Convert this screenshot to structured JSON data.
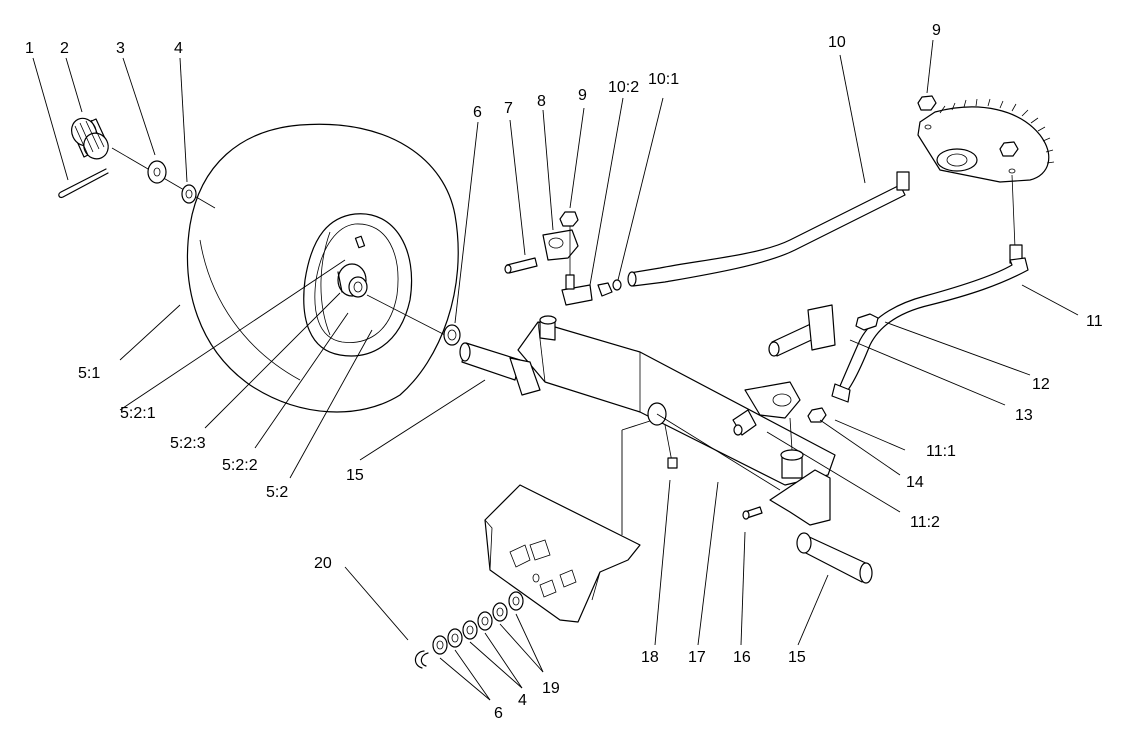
{
  "diagram": {
    "callouts": [
      {
        "id": "c1",
        "text": "1"
      },
      {
        "id": "c2",
        "text": "2"
      },
      {
        "id": "c3",
        "text": "3"
      },
      {
        "id": "c4",
        "text": "4"
      },
      {
        "id": "c5_1",
        "text": "5:1"
      },
      {
        "id": "c5_2_1",
        "text": "5:2:1"
      },
      {
        "id": "c5_2_3",
        "text": "5:2:3"
      },
      {
        "id": "c5_2_2",
        "text": "5:2:2"
      },
      {
        "id": "c5_2",
        "text": "5:2"
      },
      {
        "id": "c15a",
        "text": "15"
      },
      {
        "id": "c6a",
        "text": "6"
      },
      {
        "id": "c7",
        "text": "7"
      },
      {
        "id": "c8",
        "text": "8"
      },
      {
        "id": "c9a",
        "text": "9"
      },
      {
        "id": "c10_2",
        "text": "10:2"
      },
      {
        "id": "c10_1",
        "text": "10:1"
      },
      {
        "id": "c10",
        "text": "10"
      },
      {
        "id": "c9b",
        "text": "9"
      },
      {
        "id": "c11",
        "text": "11"
      },
      {
        "id": "c12",
        "text": "12"
      },
      {
        "id": "c13",
        "text": "13"
      },
      {
        "id": "c11_1",
        "text": "11:1"
      },
      {
        "id": "c14",
        "text": "14"
      },
      {
        "id": "c11_2",
        "text": "11:2"
      },
      {
        "id": "c20",
        "text": "20"
      },
      {
        "id": "c6b",
        "text": "6"
      },
      {
        "id": "c4b",
        "text": "4"
      },
      {
        "id": "c19",
        "text": "19"
      },
      {
        "id": "c18",
        "text": "18"
      },
      {
        "id": "c17",
        "text": "17"
      },
      {
        "id": "c16",
        "text": "16"
      },
      {
        "id": "c15b",
        "text": "15"
      }
    ]
  }
}
